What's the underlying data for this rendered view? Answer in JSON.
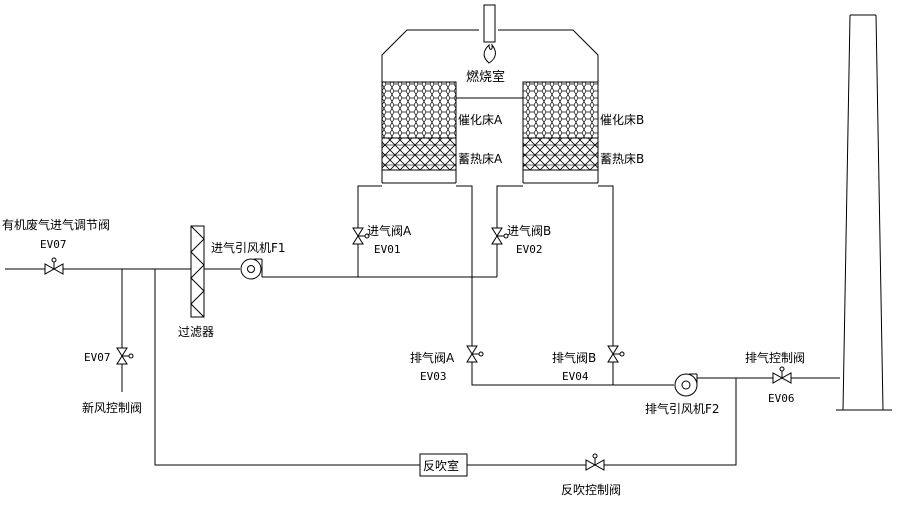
{
  "colors": {
    "line": "#000000",
    "background": "#ffffff"
  },
  "labels": {
    "combustion_chamber": "燃烧室",
    "catalyst_bed_a": "催化床A",
    "catalyst_bed_b": "催化床B",
    "heat_storage_bed_a": "蓄热床A",
    "heat_storage_bed_b": "蓄热床B",
    "inlet_valve_a": "进气阀A",
    "inlet_valve_a_code": "EV01",
    "inlet_valve_b": "进气阀B",
    "inlet_valve_b_code": "EV02",
    "organic_gas_valve": "有机废气进气调节阀",
    "organic_gas_valve_code": "EV07",
    "inlet_fan": "进气引风机F1",
    "filter": "过滤器",
    "fresh_air_valve_code": "EV07",
    "fresh_air_valve": "新风控制阀",
    "exhaust_valve_a": "排气阀A",
    "exhaust_valve_a_code": "EV03",
    "exhaust_valve_b": "排气阀B",
    "exhaust_valve_b_code": "EV04",
    "exhaust_fan": "排气引风机F2",
    "exhaust_control_valve": "排气控制阀",
    "exhaust_control_valve_code": "EV06",
    "backflush_chamber": "反吹室",
    "backflush_valve": "反吹控制阀"
  },
  "icons": {
    "burner": "flame-icon",
    "fan": "fan-icon",
    "valve": "butterfly-valve-icon"
  }
}
